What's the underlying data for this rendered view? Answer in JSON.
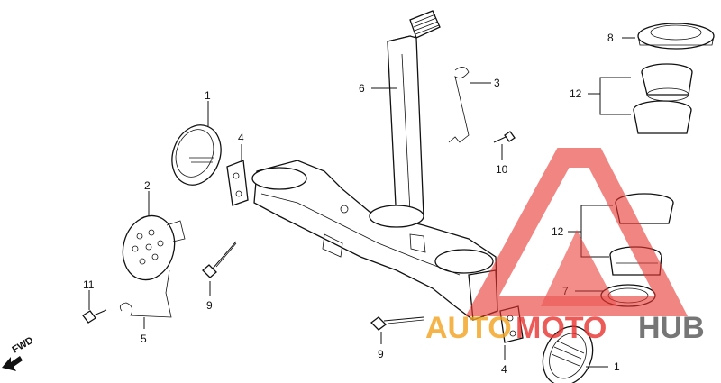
{
  "callouts": {
    "c1_top": "1",
    "c2": "2",
    "c3": "3",
    "c4_top": "4",
    "c5": "5",
    "c6": "6",
    "c7": "7",
    "c8": "8",
    "c9_left": "9",
    "c9_bottom": "9",
    "c10": "10",
    "c11": "11",
    "c12_top": "12",
    "c12_mid": "12",
    "c4_bottom": "4",
    "c1_bottom": "1"
  },
  "direction": {
    "fwd_label": "FWD"
  },
  "watermark": {
    "word_left": "AUTO",
    "word_middle": "MOTO",
    "word_right": "HUB",
    "color_red": "#e8332f",
    "color_orange": "#f2a21c",
    "color_gray": "#555555"
  }
}
